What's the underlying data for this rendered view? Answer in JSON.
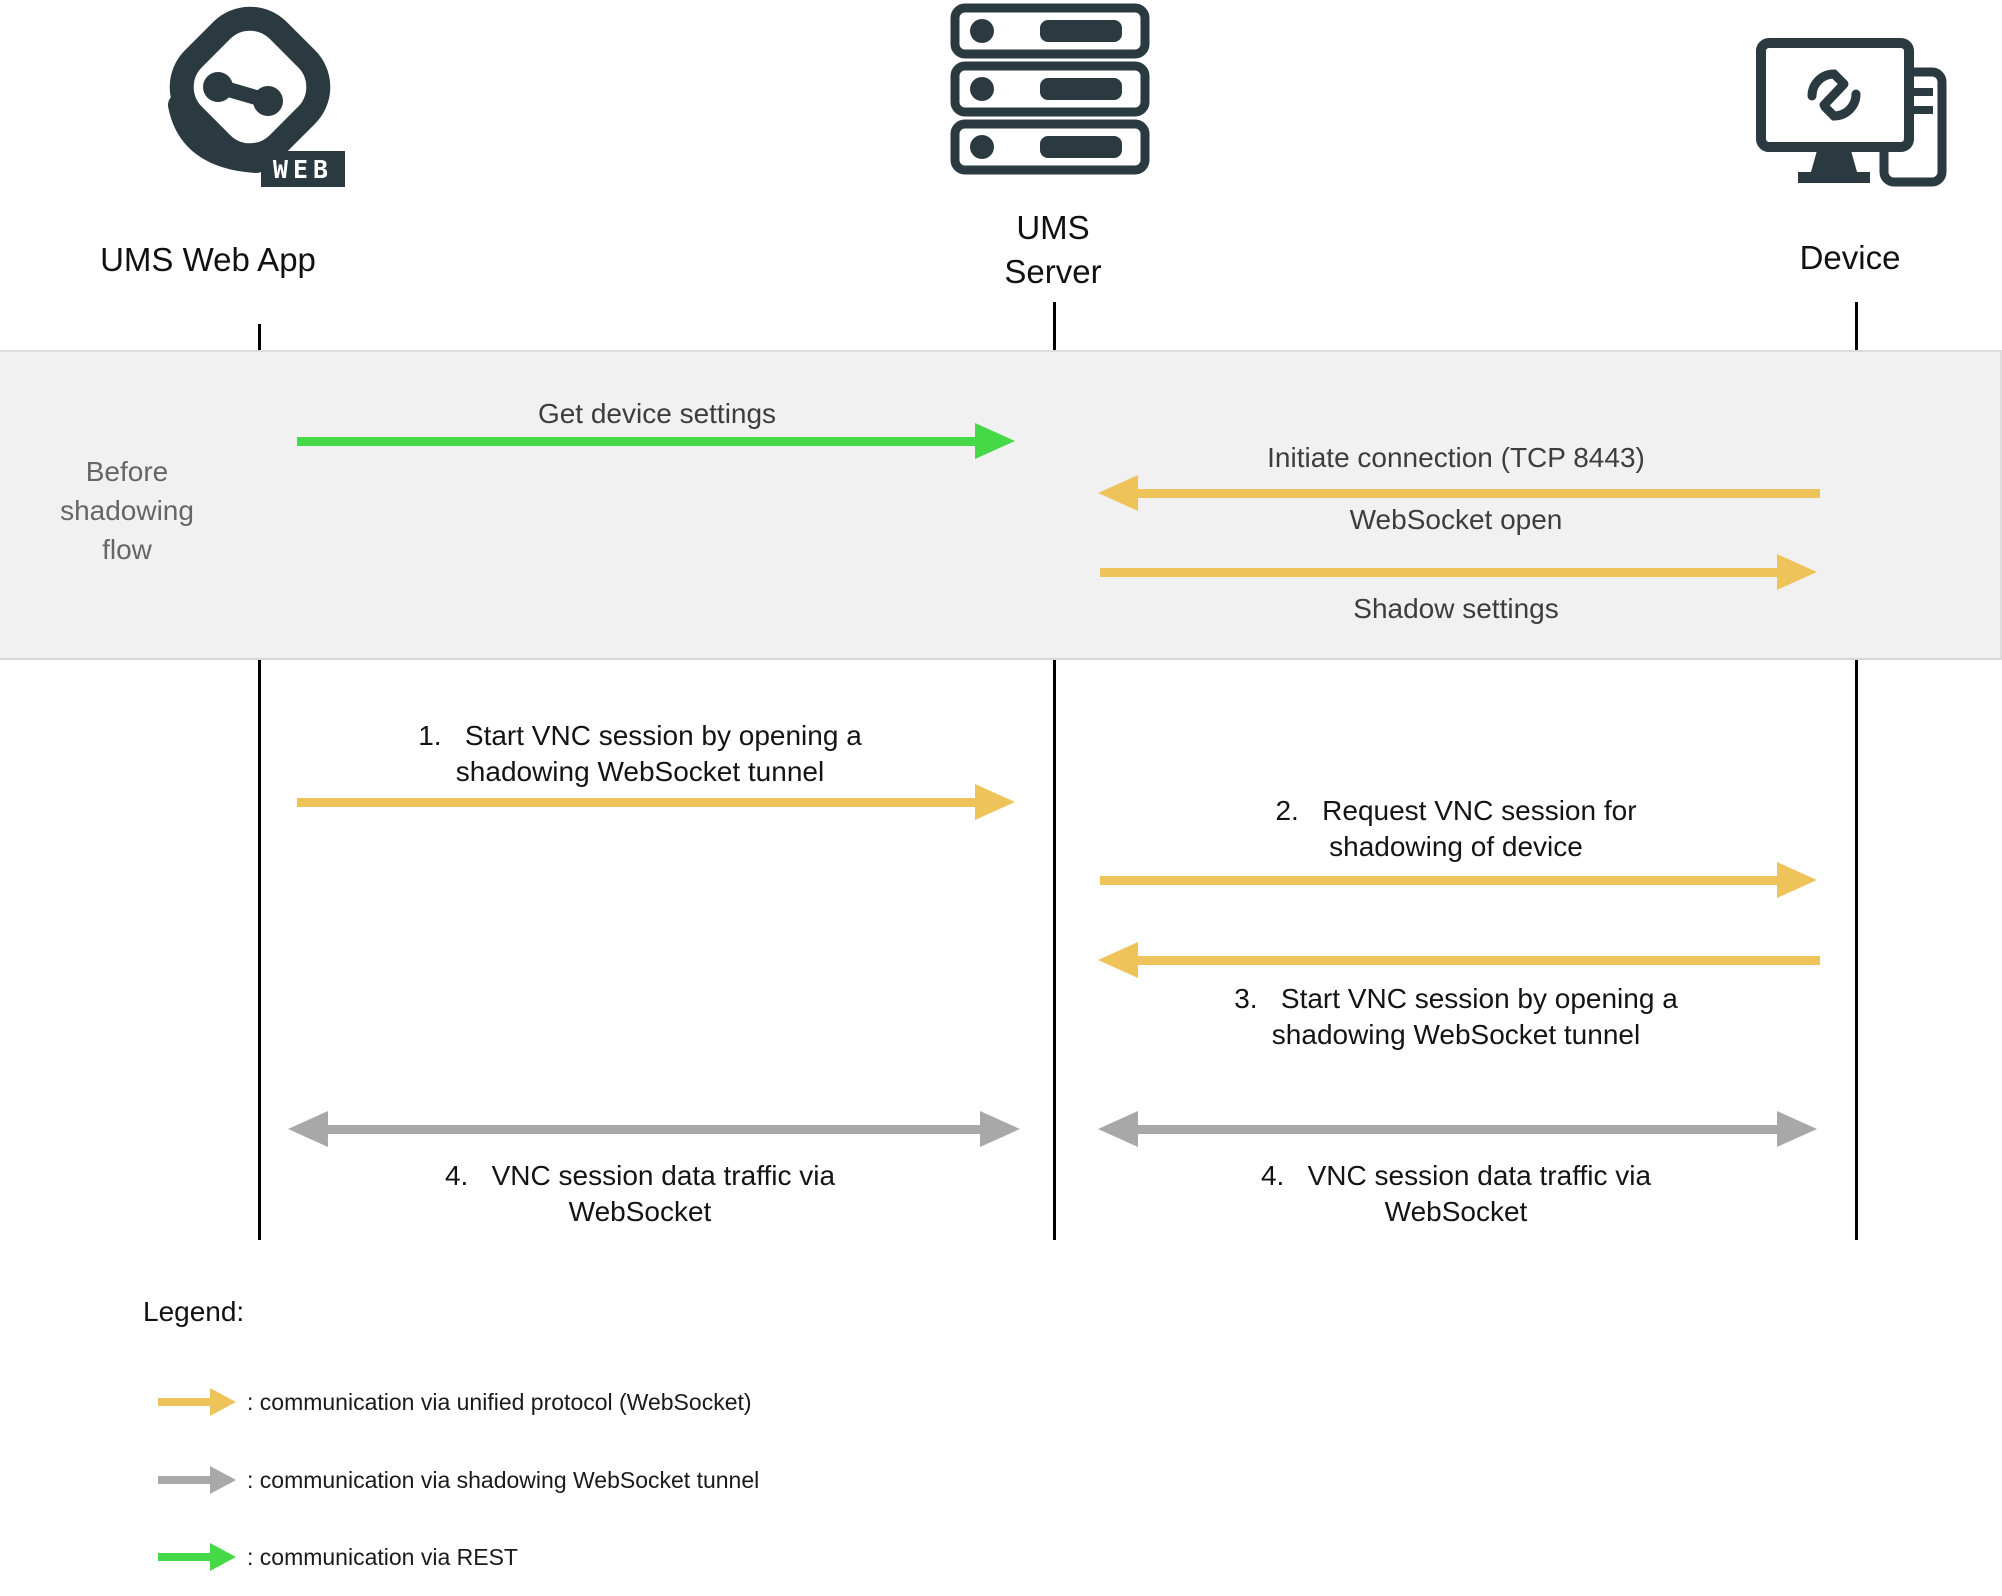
{
  "actors": {
    "web_app": {
      "label": "UMS Web App",
      "badge": "WEB"
    },
    "server": {
      "label": "UMS\nServer"
    },
    "device": {
      "label": "Device"
    }
  },
  "band": {
    "label": "Before shadowing flow"
  },
  "messages": {
    "get_device_settings": "Get device settings",
    "initiate_connection": "Initiate connection (TCP 8443)",
    "websocket_open": "WebSocket open",
    "shadow_settings": "Shadow settings",
    "step1": "1.   Start VNC session by opening a\nshadowing WebSocket tunnel",
    "step2": "2.   Request VNC session for\nshadowing of device",
    "step3": "3.   Start VNC session by opening a\nshadowing WebSocket tunnel",
    "step4": "4.   VNC session data traffic via\nWebSocket"
  },
  "legend": {
    "title": "Legend:",
    "items": [
      {
        "key": "unified",
        "label": ": communication via unified protocol (WebSocket)",
        "color": "#eec45a"
      },
      {
        "key": "shadowing",
        "label": ": communication via shadowing WebSocket tunnel",
        "color": "#a8a8a8"
      },
      {
        "key": "rest",
        "label": ": communication via REST",
        "color": "#46d947"
      }
    ]
  },
  "colors": {
    "unified_protocol_arrow": "#eec45a",
    "shadowing_tunnel_arrow": "#a8a8a8",
    "rest_arrow": "#46d947",
    "band_background": "#f1f1f2",
    "band_text": "#666666",
    "icon_dark": "#2b3941"
  }
}
